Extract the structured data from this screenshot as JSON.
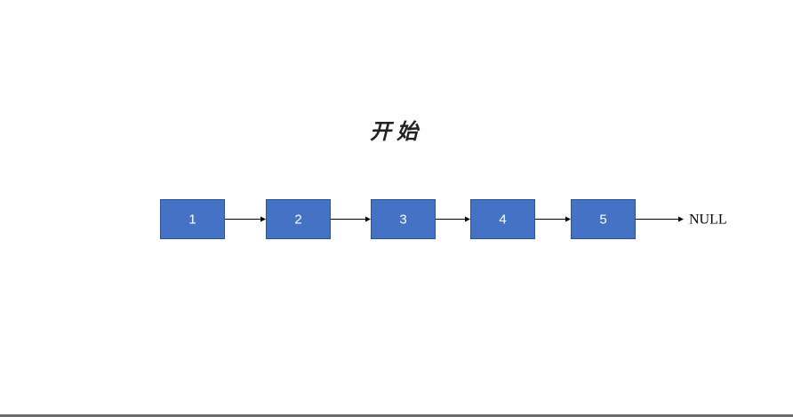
{
  "title": "开始",
  "nodes": [
    {
      "label": "1"
    },
    {
      "label": "2"
    },
    {
      "label": "3"
    },
    {
      "label": "4"
    },
    {
      "label": "5"
    }
  ],
  "terminator": "NULL",
  "colors": {
    "node_fill": "#4472c4",
    "node_border": "#2f528f",
    "node_text": "#ffffff",
    "arrow": "#000000"
  }
}
